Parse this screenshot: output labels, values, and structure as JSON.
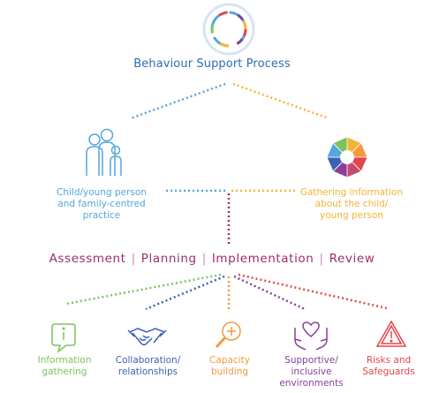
{
  "title": "Behaviour Support Process",
  "left_node": {
    "label": "Child/young person\nand family-centred\npractice",
    "icon": "family-icon",
    "color": "#54a6dd"
  },
  "right_node": {
    "label": "Gathering information\nabout the child/\nyoung person",
    "icon": "color-wheel-icon",
    "color": "#f5b335"
  },
  "stages": [
    "Assessment",
    "Planning",
    "Implementation",
    "Review"
  ],
  "stage_color": "#9b2f6f",
  "bottom_items": [
    {
      "label": "Information\ngathering",
      "icon": "info-chat-icon",
      "color": "#7cc35a"
    },
    {
      "label": "Collaboration/\nrelationships",
      "icon": "handshake-icon",
      "color": "#3b63b5"
    },
    {
      "label": "Capacity\nbuilding",
      "icon": "magnifier-plus-icon",
      "color": "#f29a3d"
    },
    {
      "label": "Supportive/\ninclusive\nenvironments",
      "icon": "heart-hands-icon",
      "color": "#8a3f9a"
    },
    {
      "label": "Risks and\nSafeguards",
      "icon": "warning-icon",
      "color": "#e2474c"
    }
  ]
}
